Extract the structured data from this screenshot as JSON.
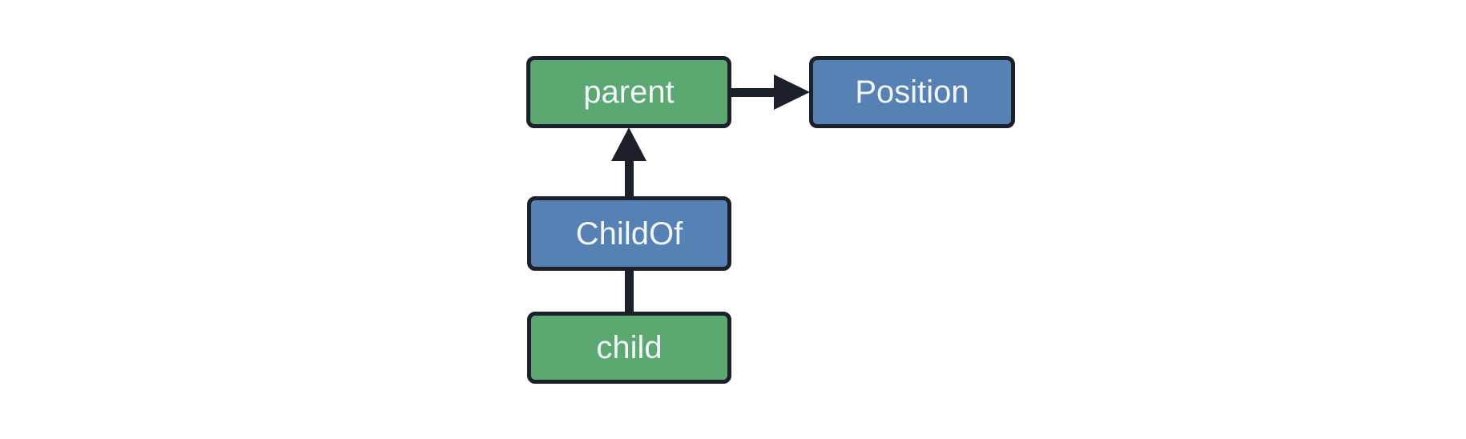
{
  "diagram": {
    "nodes": [
      {
        "id": "parent",
        "label": "parent",
        "fill": "green"
      },
      {
        "id": "position",
        "label": "Position",
        "fill": "blue"
      },
      {
        "id": "childof",
        "label": "ChildOf",
        "fill": "blue"
      },
      {
        "id": "child",
        "label": "child",
        "fill": "green"
      }
    ],
    "edges": [
      {
        "from": "parent",
        "to": "Position",
        "style": "arrow",
        "direction": "right"
      },
      {
        "from": "ChildOf",
        "to": "parent",
        "style": "arrow",
        "direction": "up"
      },
      {
        "from": "child",
        "to": "ChildOf",
        "style": "line",
        "direction": "up"
      }
    ]
  },
  "colors": {
    "node-green": "#5CA871",
    "node-blue": "#5681B5",
    "node-border": "#1C202B",
    "edge": "#1C202B",
    "node-text": "#F2F5F9",
    "background": "#FFFFFF"
  }
}
